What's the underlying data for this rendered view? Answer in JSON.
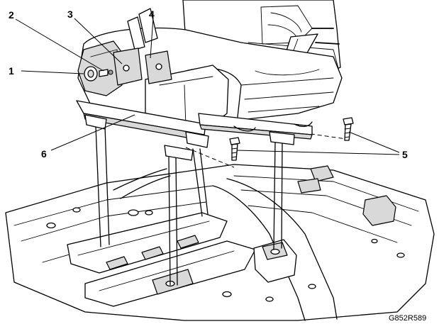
{
  "diagram": {
    "figure_id": "G852R589",
    "callouts": [
      {
        "label": "1"
      },
      {
        "label": "2"
      },
      {
        "label": "3"
      },
      {
        "label": "4"
      },
      {
        "label": "5"
      },
      {
        "label": "6"
      }
    ]
  }
}
